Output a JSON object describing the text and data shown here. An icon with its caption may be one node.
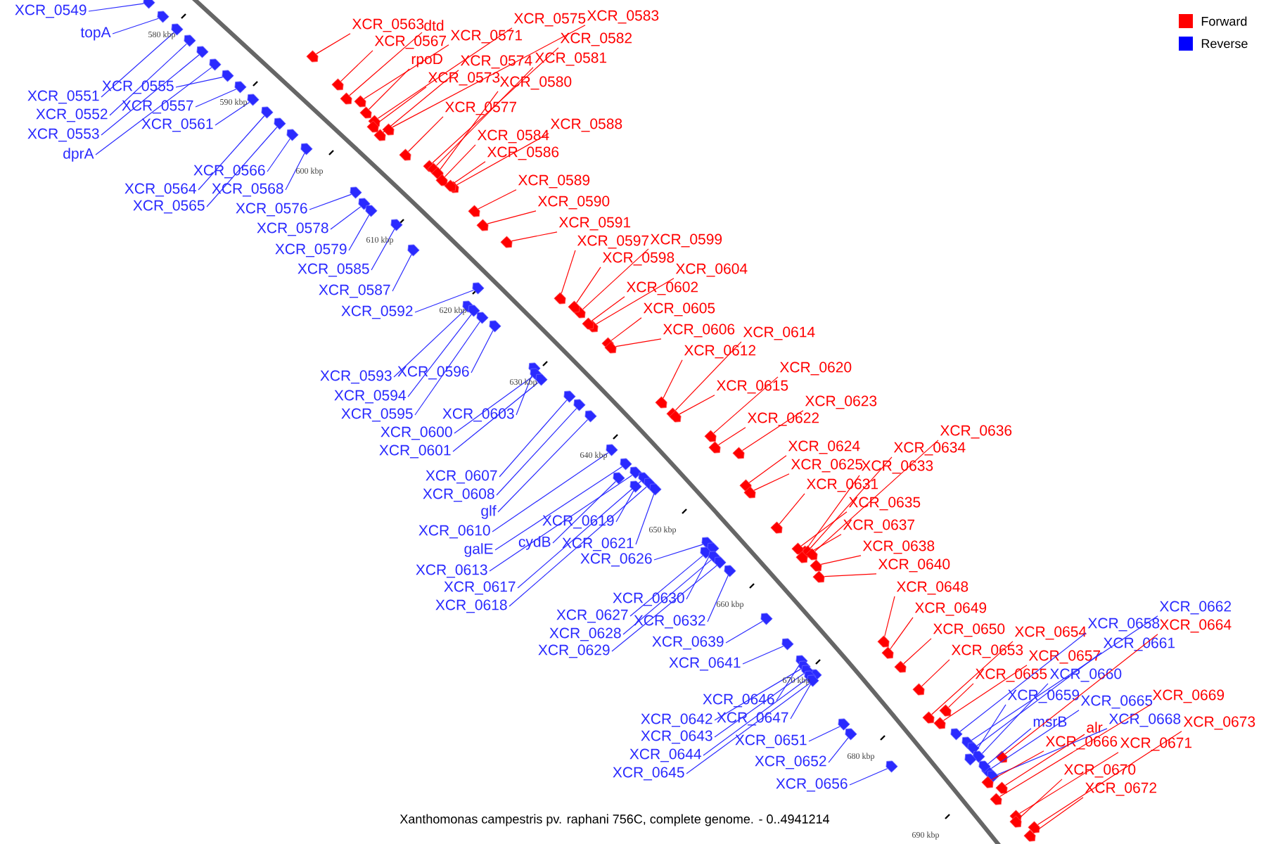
{
  "diagram": {
    "caption": "Xanthomonas campestris pv. raphani 756C, complete genome. - 0..4941214",
    "nodes": [
      {
        "text": [
          "XCR_0549"
        ]
      },
      {
        "text": [
          "topA"
        ]
      },
      {
        "text": [
          "XCR_0551"
        ]
      },
      {
        "text": [
          "XCR_0555"
        ]
      },
      {
        "text": [
          "XCR_0552"
        ]
      },
      {
        "text": [
          "XCR_0557"
        ]
      },
      {
        "text": [
          "XCR_0553"
        ]
      },
      {
        "text": [
          "dprA"
        ]
      },
      {
        "text": [
          "XCR_0561"
        ]
      },
      {
        "text": [
          "XCR_0566"
        ]
      },
      {
        "text": [
          "XCR_0564"
        ]
      },
      {
        "text": [
          "XCR_0568"
        ]
      },
      {
        "text": [
          "XCR_0565"
        ]
      },
      {
        "text": [
          "XCR_0576"
        ]
      },
      {
        "text": [
          "XCR_0578"
        ]
      },
      {
        "text": [
          "XCR_0579"
        ]
      },
      {
        "text": [
          "XCR_0585"
        ]
      },
      {
        "text": [
          "XCR_0587"
        ]
      },
      {
        "text": [
          "XCR_0592"
        ]
      },
      {
        "text": [
          "XCR_0593"
        ]
      },
      {
        "text": [
          "XCR_0596"
        ]
      },
      {
        "text": [
          "XCR_0594"
        ]
      },
      {
        "text": [
          "XCR_0595"
        ]
      },
      {
        "text": [
          "XCR_0603"
        ]
      },
      {
        "text": [
          "XCR_0600"
        ]
      },
      {
        "text": [
          "XCR_0601"
        ]
      },
      {
        "text": [
          "XCR_0607"
        ]
      },
      {
        "text": [
          "XCR_0608"
        ]
      },
      {
        "text": [
          "glf"
        ]
      },
      {
        "text": [
          "XCR_0610"
        ]
      },
      {
        "text": [
          "galE"
        ]
      },
      {
        "text": [
          "XCR_0613"
        ]
      },
      {
        "text": [
          "XCR_0617"
        ]
      },
      {
        "text": [
          "XCR_0618"
        ]
      },
      {
        "text": [
          "XCR_0619"
        ]
      },
      {
        "text": [
          "cydB"
        ]
      },
      {
        "text": [
          "XCR_0621"
        ]
      },
      {
        "text": [
          "XCR_0626"
        ]
      },
      {
        "text": [
          "XCR_0630"
        ]
      },
      {
        "text": [
          "XCR_0627"
        ]
      },
      {
        "text": [
          "XCR_0632"
        ]
      },
      {
        "text": [
          "XCR_0628"
        ]
      },
      {
        "text": [
          "XCR_0639"
        ]
      },
      {
        "text": [
          "XCR_0629"
        ]
      },
      {
        "text": [
          "XCR_0641"
        ]
      },
      {
        "text": [
          "XCR_0646"
        ]
      },
      {
        "text": [
          "XCR_0642"
        ]
      },
      {
        "text": [
          "XCR_0647"
        ]
      },
      {
        "text": [
          "XCR_0643"
        ]
      },
      {
        "text": [
          "XCR_0651"
        ]
      },
      {
        "text": [
          "XCR_0644"
        ]
      },
      {
        "text": [
          "XCR_0652"
        ]
      },
      {
        "text": [
          "XCR_0645"
        ]
      },
      {
        "text": [
          "XCR_0656"
        ]
      },
      {
        "text": [
          "XCR_0658"
        ]
      },
      {
        "text": [
          "XCR_0662"
        ]
      },
      {
        "text": [
          "XCR_0661"
        ]
      },
      {
        "text": [
          "XCR_0660"
        ]
      },
      {
        "text": [
          "XCR_0659"
        ]
      },
      {
        "text": [
          "XCR_0665"
        ]
      },
      {
        "text": [
          "msrB"
        ]
      },
      {
        "text": [
          "XCR_0668"
        ]
      },
      {
        "text": [
          "XCR_0563"
        ]
      },
      {
        "text": [
          "dtd"
        ]
      },
      {
        "text": [
          "XCR_0567"
        ]
      },
      {
        "text": [
          "XCR_0571"
        ]
      },
      {
        "text": [
          "rpoD"
        ]
      },
      {
        "text": [
          "XCR_0575"
        ]
      },
      {
        "text": [
          "XCR_0583"
        ]
      },
      {
        "text": [
          "XCR_0582"
        ]
      },
      {
        "text": [
          "XCR_0574"
        ]
      },
      {
        "text": [
          "XCR_0581"
        ]
      },
      {
        "text": [
          "XCR_0573"
        ]
      },
      {
        "text": [
          "XCR_0580"
        ]
      },
      {
        "text": [
          "XCR_0577"
        ]
      },
      {
        "text": [
          "XCR_0588"
        ]
      },
      {
        "text": [
          "XCR_0584"
        ]
      },
      {
        "text": [
          "XCR_0586"
        ]
      },
      {
        "text": [
          "XCR_0589"
        ]
      },
      {
        "text": [
          "XCR_0590"
        ]
      },
      {
        "text": [
          "XCR_0591"
        ]
      },
      {
        "text": [
          "XCR_0597"
        ]
      },
      {
        "text": [
          "XCR_0599"
        ]
      },
      {
        "text": [
          "XCR_0598"
        ]
      },
      {
        "text": [
          "XCR_0604"
        ]
      },
      {
        "text": [
          "XCR_0602"
        ]
      },
      {
        "text": [
          "XCR_0605"
        ]
      },
      {
        "text": [
          "XCR_0606"
        ]
      },
      {
        "text": [
          "XCR_0614"
        ]
      },
      {
        "text": [
          "XCR_0612"
        ]
      },
      {
        "text": [
          "XCR_0620"
        ]
      },
      {
        "text": [
          "XCR_0615"
        ]
      },
      {
        "text": [
          "XCR_0623"
        ]
      },
      {
        "text": [
          "XCR_0622"
        ]
      },
      {
        "text": [
          "XCR_0624"
        ]
      },
      {
        "text": [
          "XCR_0625"
        ]
      },
      {
        "text": [
          "XCR_0633"
        ]
      },
      {
        "text": [
          "XCR_0634"
        ]
      },
      {
        "text": [
          "XCR_0636"
        ]
      },
      {
        "text": [
          "XCR_0631"
        ]
      },
      {
        "text": [
          "XCR_0635"
        ]
      },
      {
        "text": [
          "XCR_0637"
        ]
      },
      {
        "text": [
          "XCR_0638"
        ]
      },
      {
        "text": [
          "XCR_0640"
        ]
      },
      {
        "text": [
          "XCR_0648"
        ]
      },
      {
        "text": [
          "XCR_0649"
        ]
      },
      {
        "text": [
          "XCR_0650"
        ]
      },
      {
        "text": [
          "XCR_0654"
        ]
      },
      {
        "text": [
          "XCR_0653"
        ]
      },
      {
        "text": [
          "XCR_0657"
        ]
      },
      {
        "text": [
          "XCR_0664"
        ]
      },
      {
        "text": [
          "XCR_0655"
        ]
      },
      {
        "text": [
          "XCR_0669"
        ]
      },
      {
        "text": [
          "XCR_0673"
        ]
      },
      {
        "text": [
          "alr"
        ]
      },
      {
        "text": [
          "XCR_0666"
        ]
      },
      {
        "text": [
          "XCR_0671"
        ]
      },
      {
        "text": [
          "XCR_0670"
        ]
      },
      {
        "text": [
          "XCR_0672"
        ]
      },
      {
        "text": [],
        "shape": "arrow"
      },
      {
        "text": [],
        "shape": "arrow"
      },
      {
        "text": [],
        "shape": "arrow"
      },
      {
        "text": [],
        "shape": "arrow"
      },
      {
        "text": [],
        "shape": "arrow"
      },
      {
        "text": [],
        "shape": "arrow"
      },
      {
        "text": [],
        "shape": "arrow"
      },
      {
        "text": [],
        "shape": "arrow"
      },
      {
        "text": [],
        "shape": "arrow"
      },
      {
        "text": [],
        "shape": "arrow"
      },
      {
        "text": [],
        "shape": "arrow"
      },
      {
        "text": [],
        "shape": "arrow"
      },
      {
        "text": [],
        "shape": "arrow"
      },
      {
        "text": [],
        "shape": "arrow"
      },
      {
        "text": [],
        "shape": "arrow"
      },
      {
        "text": [],
        "shape": "arrow"
      },
      {
        "text": [],
        "shape": "arrow"
      },
      {
        "text": [],
        "shape": "arrow"
      },
      {
        "text": [],
        "shape": "arrow"
      },
      {
        "text": [],
        "shape": "arrow"
      },
      {
        "text": [],
        "shape": "arrow"
      },
      {
        "text": [],
        "shape": "arrow"
      },
      {
        "text": [],
        "shape": "arrow"
      },
      {
        "text": [],
        "shape": "arrow"
      },
      {
        "text": [],
        "shape": "arrow"
      },
      {
        "text": [],
        "shape": "arrow"
      },
      {
        "text": [],
        "shape": "arrow"
      },
      {
        "text": [],
        "shape": "arrow"
      },
      {
        "text": [],
        "shape": "arrow"
      },
      {
        "text": [],
        "shape": "arrow"
      },
      {
        "text": [],
        "shape": "arrow"
      },
      {
        "text": [],
        "shape": "arrow"
      },
      {
        "text": [],
        "shape": "arrow"
      },
      {
        "text": [],
        "shape": "arrow"
      },
      {
        "text": [],
        "shape": "arrow"
      },
      {
        "text": [],
        "shape": "arrow"
      },
      {
        "text": [],
        "shape": "arrow"
      },
      {
        "text": [],
        "shape": "arrow"
      },
      {
        "text": [],
        "shape": "arrow"
      },
      {
        "text": [],
        "shape": "arrow"
      },
      {
        "text": [],
        "shape": "arrow"
      },
      {
        "text": [],
        "shape": "arrow"
      },
      {
        "text": [],
        "shape": "arrow"
      },
      {
        "text": [],
        "shape": "arrow"
      },
      {
        "text": [],
        "shape": "arrow"
      },
      {
        "text": [],
        "shape": "arrow"
      },
      {
        "text": [],
        "shape": "arrow"
      },
      {
        "text": [],
        "shape": "arrow"
      },
      {
        "text": [],
        "shape": "arrow"
      },
      {
        "text": [],
        "shape": "arrow"
      },
      {
        "text": [],
        "shape": "arrow"
      },
      {
        "text": [],
        "shape": "arrow"
      },
      {
        "text": [],
        "shape": "arrow"
      },
      {
        "text": [],
        "shape": "arrow"
      },
      {
        "text": [],
        "shape": "arrow"
      },
      {
        "text": [],
        "shape": "arrow"
      },
      {
        "text": [],
        "shape": "arrow"
      },
      {
        "text": [],
        "shape": "arrow"
      },
      {
        "text": [],
        "shape": "arrow"
      },
      {
        "text": [],
        "shape": "arrow"
      },
      {
        "text": [],
        "shape": "arrow"
      },
      {
        "text": [],
        "shape": "arrow"
      },
      {
        "text": [],
        "shape": "arrow"
      },
      {
        "text": [],
        "shape": "arrow"
      },
      {
        "text": [],
        "shape": "arrow"
      },
      {
        "text": [],
        "shape": "arrow"
      },
      {
        "text": [],
        "shape": "arrow"
      },
      {
        "text": [],
        "shape": "arrow"
      },
      {
        "text": [],
        "shape": "arrow"
      },
      {
        "text": [],
        "shape": "arrow"
      },
      {
        "text": [],
        "shape": "arrow"
      },
      {
        "text": [],
        "shape": "arrow"
      },
      {
        "text": [],
        "shape": "arrow"
      },
      {
        "text": [],
        "shape": "arrow"
      },
      {
        "text": [],
        "shape": "arrow"
      },
      {
        "text": [],
        "shape": "arrow"
      },
      {
        "text": [],
        "shape": "arrow"
      },
      {
        "text": [],
        "shape": "arrow"
      },
      {
        "text": [],
        "shape": "arrow"
      },
      {
        "text": [],
        "shape": "arrow"
      },
      {
        "text": [],
        "shape": "arrow"
      },
      {
        "text": [],
        "shape": "arrow"
      },
      {
        "text": [],
        "shape": "arrow"
      },
      {
        "text": [],
        "shape": "arrow"
      },
      {
        "text": [],
        "shape": "arrow"
      },
      {
        "text": [],
        "shape": "arrow"
      },
      {
        "text": [],
        "shape": "arrow"
      },
      {
        "text": [],
        "shape": "arrow"
      },
      {
        "text": [],
        "shape": "arrow"
      },
      {
        "text": [],
        "shape": "arrow"
      },
      {
        "text": [],
        "shape": "arrow"
      },
      {
        "text": [],
        "shape": "arrow"
      },
      {
        "text": [],
        "shape": "arrow"
      },
      {
        "text": [],
        "shape": "arrow"
      },
      {
        "text": [],
        "shape": "arrow"
      },
      {
        "text": [],
        "shape": "arrow"
      },
      {
        "text": [],
        "shape": "arrow"
      },
      {
        "text": [],
        "shape": "arrow"
      },
      {
        "text": [],
        "shape": "arrow"
      },
      {
        "text": [],
        "shape": "arrow"
      },
      {
        "text": [],
        "shape": "arrow"
      },
      {
        "text": [],
        "shape": "arrow"
      },
      {
        "text": [],
        "shape": "arrow"
      },
      {
        "text": [],
        "shape": "arrow"
      },
      {
        "text": [],
        "shape": "arrow"
      },
      {
        "text": [],
        "shape": "arrow"
      },
      {
        "text": [],
        "shape": "arrow"
      },
      {
        "text": [],
        "shape": "arrow"
      },
      {
        "text": [],
        "shape": "arrow"
      },
      {
        "text": [],
        "shape": "arrow"
      },
      {
        "text": [],
        "shape": "arrow"
      },
      {
        "text": [],
        "shape": "arrow"
      },
      {
        "text": [],
        "shape": "arrow"
      },
      {
        "text": [],
        "shape": "arrow"
      },
      {
        "text": [],
        "shape": "arrow"
      },
      {
        "text": [],
        "shape": "arrow"
      },
      {
        "text": [],
        "shape": "arrow"
      },
      {
        "text": [],
        "shape": "arrow"
      },
      {
        "text": [],
        "shape": "arrow"
      }
    ],
    "edges": [
      {
        "from": 0,
        "to": 119,
        "arrow": "none"
      },
      {
        "from": 1,
        "to": 120,
        "arrow": "none"
      },
      {
        "from": 2,
        "to": 121,
        "arrow": "none"
      },
      {
        "from": 3,
        "to": 122,
        "arrow": "none"
      },
      {
        "from": 4,
        "to": 123,
        "arrow": "none"
      },
      {
        "from": 5,
        "to": 124,
        "arrow": "none"
      },
      {
        "from": 6,
        "to": 125,
        "arrow": "none"
      },
      {
        "from": 7,
        "to": 126,
        "arrow": "none"
      },
      {
        "from": 8,
        "to": 127,
        "arrow": "none"
      },
      {
        "from": 9,
        "to": 128,
        "arrow": "none"
      },
      {
        "from": 10,
        "to": 129,
        "arrow": "none"
      },
      {
        "from": 11,
        "to": 130,
        "arrow": "none"
      },
      {
        "from": 12,
        "to": 131,
        "arrow": "none"
      },
      {
        "from": 13,
        "to": 132,
        "arrow": "none"
      },
      {
        "from": 14,
        "to": 133,
        "arrow": "none"
      },
      {
        "from": 15,
        "to": 134,
        "arrow": "none"
      },
      {
        "from": 16,
        "to": 135,
        "arrow": "none"
      },
      {
        "from": 17,
        "to": 136,
        "arrow": "none"
      },
      {
        "from": 18,
        "to": 137,
        "arrow": "none"
      },
      {
        "from": 19,
        "to": 138,
        "arrow": "none"
      },
      {
        "from": 20,
        "to": 139,
        "arrow": "none"
      },
      {
        "from": 21,
        "to": 140,
        "arrow": "none"
      },
      {
        "from": 22,
        "to": 141,
        "arrow": "none"
      },
      {
        "from": 23,
        "to": 142,
        "arrow": "none"
      },
      {
        "from": 24,
        "to": 143,
        "arrow": "none"
      },
      {
        "from": 25,
        "to": 144,
        "arrow": "none"
      },
      {
        "from": 26,
        "to": 145,
        "arrow": "none"
      },
      {
        "from": 27,
        "to": 146,
        "arrow": "none"
      },
      {
        "from": 28,
        "to": 147,
        "arrow": "none"
      },
      {
        "from": 29,
        "to": 148,
        "arrow": "none"
      },
      {
        "from": 30,
        "to": 149,
        "arrow": "none"
      },
      {
        "from": 31,
        "to": 150,
        "arrow": "none"
      },
      {
        "from": 32,
        "to": 151,
        "arrow": "none"
      },
      {
        "from": 33,
        "to": 152,
        "arrow": "none"
      },
      {
        "from": 34,
        "to": 153,
        "arrow": "none"
      },
      {
        "from": 35,
        "to": 154,
        "arrow": "none"
      },
      {
        "from": 36,
        "to": 155,
        "arrow": "none"
      },
      {
        "from": 37,
        "to": 156,
        "arrow": "none"
      },
      {
        "from": 38,
        "to": 157,
        "arrow": "none"
      },
      {
        "from": 39,
        "to": 158,
        "arrow": "none"
      },
      {
        "from": 40,
        "to": 159,
        "arrow": "none"
      },
      {
        "from": 41,
        "to": 160,
        "arrow": "none"
      },
      {
        "from": 42,
        "to": 161,
        "arrow": "none"
      },
      {
        "from": 43,
        "to": 162,
        "arrow": "none"
      },
      {
        "from": 44,
        "to": 163,
        "arrow": "none"
      },
      {
        "from": 45,
        "to": 164,
        "arrow": "none"
      },
      {
        "from": 46,
        "to": 165,
        "arrow": "none"
      },
      {
        "from": 47,
        "to": 166,
        "arrow": "none"
      },
      {
        "from": 48,
        "to": 167,
        "arrow": "none"
      },
      {
        "from": 49,
        "to": 168,
        "arrow": "none"
      },
      {
        "from": 50,
        "to": 169,
        "arrow": "none"
      },
      {
        "from": 51,
        "to": 170,
        "arrow": "none"
      },
      {
        "from": 52,
        "to": 171,
        "arrow": "none"
      },
      {
        "from": 53,
        "to": 172,
        "arrow": "none"
      },
      {
        "from": 54,
        "to": 173,
        "arrow": "none"
      },
      {
        "from": 55,
        "to": 174,
        "arrow": "none"
      },
      {
        "from": 56,
        "to": 175,
        "arrow": "none"
      },
      {
        "from": 57,
        "to": 176,
        "arrow": "none"
      },
      {
        "from": 58,
        "to": 177,
        "arrow": "none"
      },
      {
        "from": 59,
        "to": 178,
        "arrow": "none"
      },
      {
        "from": 60,
        "to": 179,
        "arrow": "none"
      },
      {
        "from": 61,
        "to": 180,
        "arrow": "none"
      },
      {
        "from": 62,
        "to": 181,
        "arrow": "none",
        "color": "#ff0000"
      },
      {
        "from": 63,
        "to": 182,
        "arrow": "none",
        "color": "#ff0000"
      },
      {
        "from": 64,
        "to": 183,
        "arrow": "none",
        "color": "#ff0000"
      },
      {
        "from": 65,
        "to": 184,
        "arrow": "none",
        "color": "#ff0000"
      },
      {
        "from": 66,
        "to": 185,
        "arrow": "none",
        "color": "#ff0000"
      },
      {
        "from": 67,
        "to": 186,
        "arrow": "none",
        "color": "#ff0000"
      },
      {
        "from": 68,
        "to": 187,
        "arrow": "none",
        "color": "#ff0000"
      },
      {
        "from": 69,
        "to": 188,
        "arrow": "none",
        "color": "#ff0000"
      },
      {
        "from": 70,
        "to": 189,
        "arrow": "none",
        "color": "#ff0000"
      },
      {
        "from": 71,
        "to": 190,
        "arrow": "none",
        "color": "#ff0000"
      },
      {
        "from": 72,
        "to": 191,
        "arrow": "none",
        "color": "#ff0000"
      },
      {
        "from": 73,
        "to": 192,
        "arrow": "none",
        "color": "#ff0000"
      },
      {
        "from": 74,
        "to": 193,
        "arrow": "none",
        "color": "#ff0000"
      },
      {
        "from": 75,
        "to": 194,
        "arrow": "none",
        "color": "#ff0000"
      },
      {
        "from": 76,
        "to": 195,
        "arrow": "none",
        "color": "#ff0000"
      },
      {
        "from": 77,
        "to": 196,
        "arrow": "none",
        "color": "#ff0000"
      },
      {
        "from": 78,
        "to": 197,
        "arrow": "none",
        "color": "#ff0000"
      },
      {
        "from": 79,
        "to": 198,
        "arrow": "none",
        "color": "#ff0000"
      },
      {
        "from": 80,
        "to": 199,
        "arrow": "none",
        "color": "#ff0000"
      },
      {
        "from": 81,
        "to": 200,
        "arrow": "none",
        "color": "#ff0000"
      },
      {
        "from": 82,
        "to": 201,
        "arrow": "none",
        "color": "#ff0000"
      },
      {
        "from": 83,
        "to": 202,
        "arrow": "none",
        "color": "#ff0000"
      },
      {
        "from": 84,
        "to": 203,
        "arrow": "none",
        "color": "#ff0000"
      },
      {
        "from": 85,
        "to": 204,
        "arrow": "none",
        "color": "#ff0000"
      },
      {
        "from": 86,
        "to": 205,
        "arrow": "none",
        "color": "#ff0000"
      },
      {
        "from": 87,
        "to": 206,
        "arrow": "none",
        "color": "#ff0000"
      },
      {
        "from": 88,
        "to": 207,
        "arrow": "none",
        "color": "#ff0000"
      },
      {
        "from": 89,
        "to": 208,
        "arrow": "none",
        "color": "#ff0000"
      },
      {
        "from": 90,
        "to": 209,
        "arrow": "none",
        "color": "#ff0000"
      },
      {
        "from": 91,
        "to": 210,
        "arrow": "none",
        "color": "#ff0000"
      },
      {
        "from": 92,
        "to": 211,
        "arrow": "none",
        "color": "#ff0000"
      },
      {
        "from": 93,
        "to": 212,
        "arrow": "none",
        "color": "#ff0000"
      },
      {
        "from": 94,
        "to": 213,
        "arrow": "none",
        "color": "#ff0000"
      },
      {
        "from": 95,
        "to": 214,
        "arrow": "none",
        "color": "#ff0000"
      },
      {
        "from": 96,
        "to": 215,
        "arrow": "none",
        "color": "#ff0000"
      },
      {
        "from": 97,
        "to": 216,
        "arrow": "none",
        "color": "#ff0000"
      },
      {
        "from": 98,
        "to": 217,
        "arrow": "none",
        "color": "#ff0000"
      },
      {
        "from": 99,
        "to": 218,
        "arrow": "none",
        "color": "#ff0000"
      },
      {
        "from": 100,
        "to": 219,
        "arrow": "none",
        "color": "#ff0000"
      },
      {
        "from": 101,
        "to": 220,
        "arrow": "none",
        "color": "#ff0000"
      },
      {
        "from": 102,
        "to": 221,
        "arrow": "none",
        "color": "#ff0000"
      },
      {
        "from": 103,
        "to": 222,
        "arrow": "none",
        "color": "#ff0000"
      },
      {
        "from": 104,
        "to": 223,
        "arrow": "none",
        "color": "#ff0000"
      },
      {
        "from": 105,
        "to": 224,
        "arrow": "none",
        "color": "#ff0000"
      },
      {
        "from": 106,
        "to": 225,
        "arrow": "none",
        "color": "#ff0000"
      },
      {
        "from": 107,
        "to": 226,
        "arrow": "none",
        "color": "#ff0000"
      },
      {
        "from": 108,
        "to": 227,
        "arrow": "none",
        "color": "#ff0000"
      },
      {
        "from": 109,
        "to": 228,
        "arrow": "none",
        "color": "#ff0000"
      },
      {
        "from": 110,
        "to": 229,
        "arrow": "none",
        "color": "#ff0000"
      },
      {
        "from": 111,
        "to": 230,
        "arrow": "none",
        "color": "#ff0000"
      },
      {
        "from": 112,
        "to": 231,
        "arrow": "none",
        "color": "#ff0000"
      },
      {
        "from": 113,
        "to": 232,
        "arrow": "none",
        "color": "#ff0000"
      },
      {
        "from": 114,
        "to": 233,
        "arrow": "none",
        "color": "#ff0000"
      },
      {
        "from": 115,
        "to": 234,
        "arrow": "none",
        "color": "#ff0000"
      },
      {
        "from": 116,
        "to": 235,
        "arrow": "none",
        "color": "#ff0000"
      },
      {
        "from": 117,
        "to": 236,
        "arrow": "none",
        "color": "#ff0000"
      },
      {
        "from": 118,
        "to": 237,
        "arrow": "none",
        "color": "#ff0000"
      }
    ],
    "labels": [
      "580 kbp",
      "590 kbp",
      "600 kbp",
      "610 kbp",
      "620 kbp",
      "630 kbp",
      "640 kbp",
      "650 kbp",
      "660 kbp",
      "670 kbp",
      "680 kbp",
      "690 kbp"
    ],
    "legend": [
      {
        "text": "Forward",
        "color": "#ff0000"
      },
      {
        "text": "Reverse",
        "color": "#0000ff"
      }
    ]
  }
}
